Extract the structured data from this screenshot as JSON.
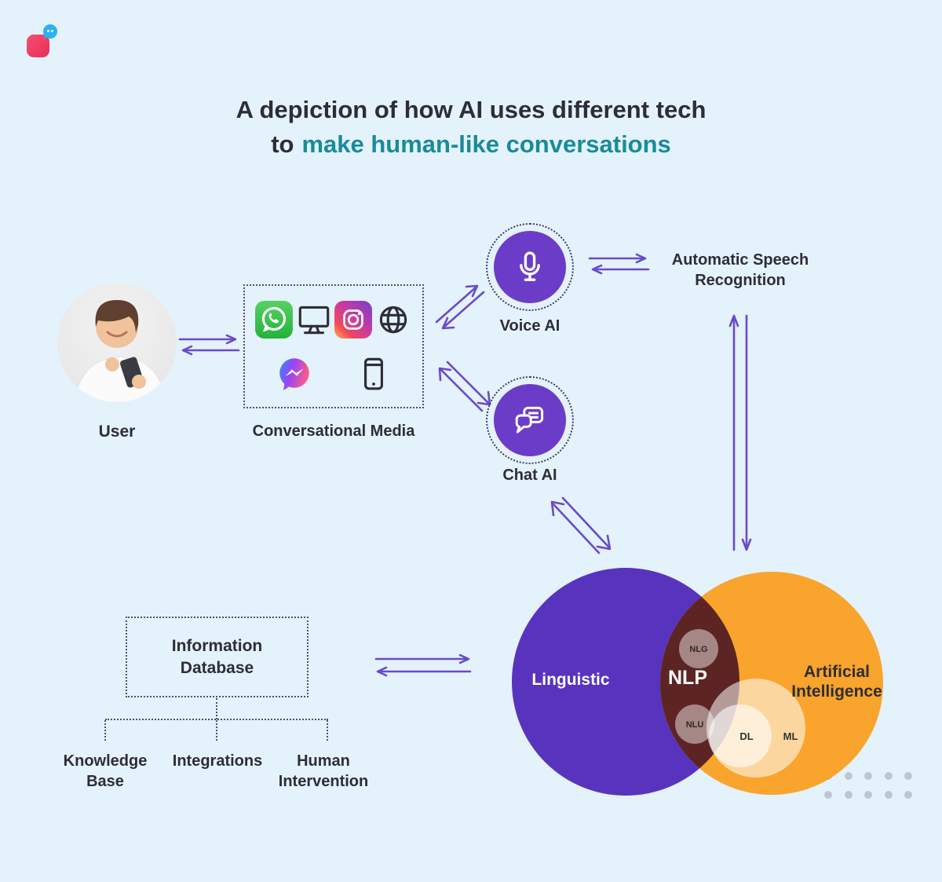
{
  "title": {
    "line1": "A depiction of how AI uses different tech",
    "line2_prefix": "to",
    "line2_highlight": "make human-like conversations"
  },
  "nodes": {
    "user": {
      "label": "User"
    },
    "media": {
      "label": "Conversational Media",
      "icons": [
        "whatsapp-icon",
        "monitor-icon",
        "instagram-icon",
        "globe-icon",
        "messenger-icon",
        "smartphone-icon"
      ]
    },
    "voice_ai": {
      "label": "Voice AI",
      "icon": "microphone-icon"
    },
    "chat_ai": {
      "label": "Chat AI",
      "icon": "chat-bubbles-icon"
    },
    "asr": {
      "label_line1": "Automatic Speech",
      "label_line2": "Recognition"
    }
  },
  "database": {
    "title_line1": "Information",
    "title_line2": "Database",
    "children": [
      {
        "label": "Knowledge Base"
      },
      {
        "label": "Integrations"
      },
      {
        "label": "Human Intervention"
      }
    ]
  },
  "venn": {
    "left_label": "Linguistic",
    "right_label_line1": "Artificial",
    "right_label_line2": "Intelligence",
    "overlap_label": "NLP",
    "nlg": "NLG",
    "nlu": "NLU",
    "dl": "DL",
    "ml": "ML"
  },
  "colors": {
    "background": "#E4F2FB",
    "accent_teal": "#198B99",
    "text_dark": "#2E2D36",
    "arrow_purple": "#6A4AC9",
    "node_purple": "#6B3CC8",
    "venn_left_purple": "#5833BE",
    "venn_right_orange": "#F9A42C",
    "venn_overlap_maroon": "#5C2523",
    "logo_pink": "#EF3A60",
    "logo_blue": "#29B2EE",
    "dot_grid_gray": "#BDC7D2"
  }
}
